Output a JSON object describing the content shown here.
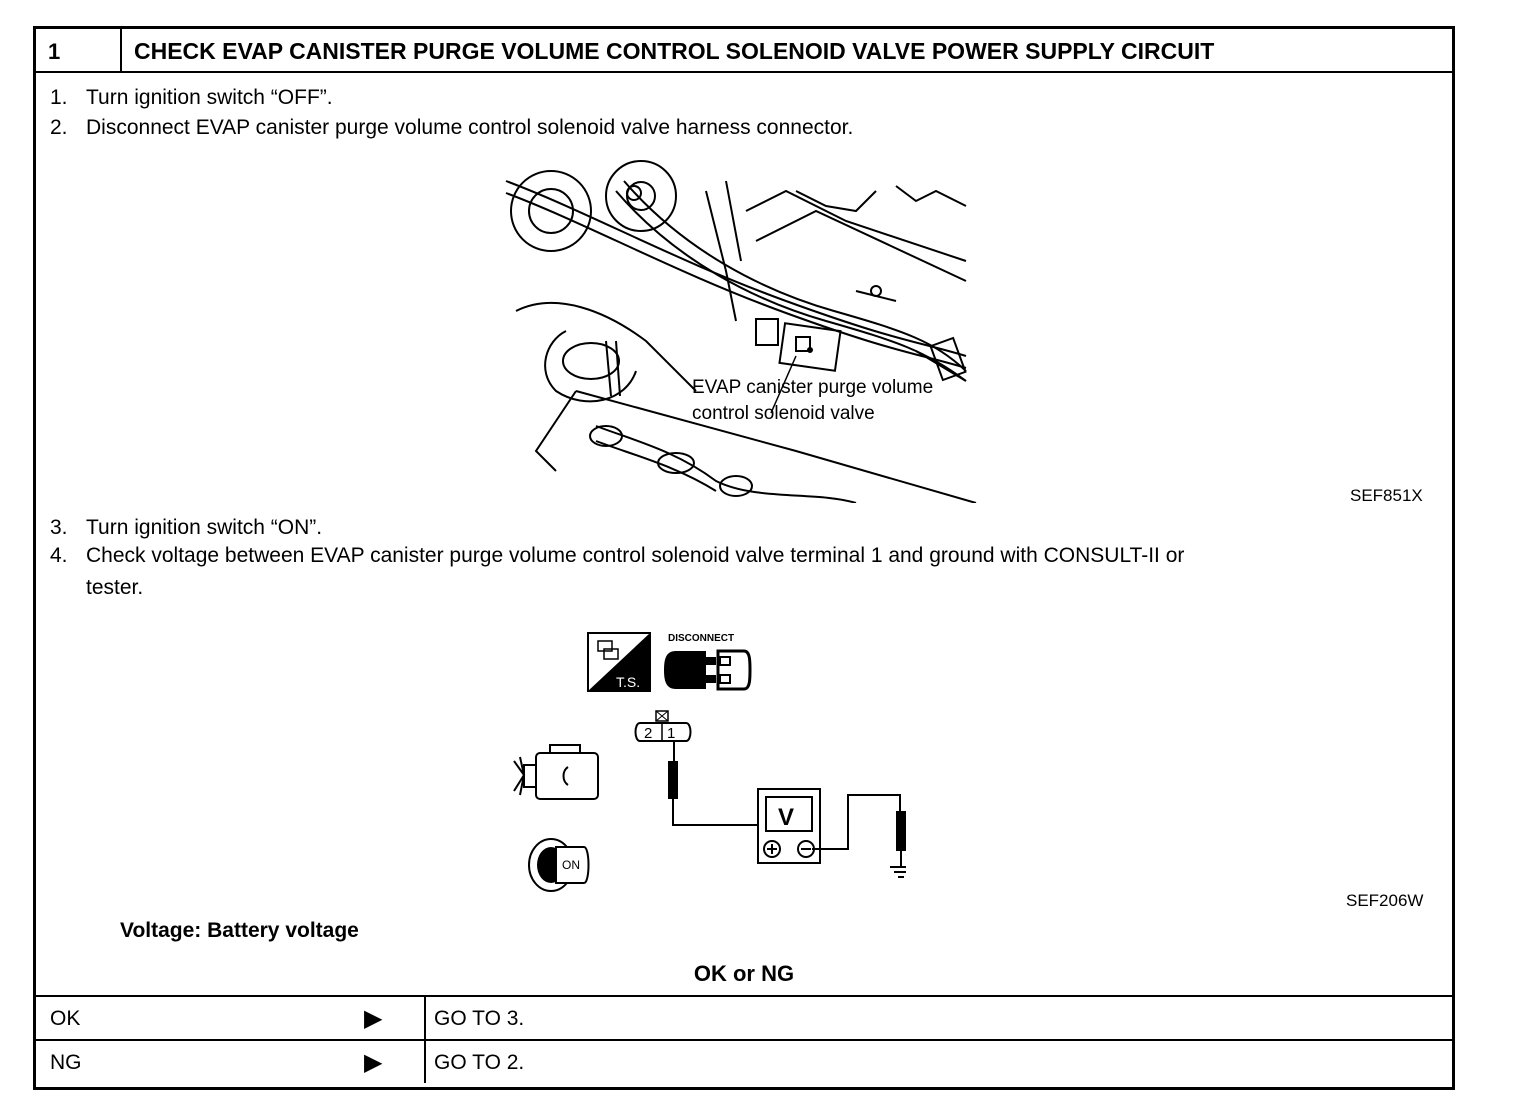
{
  "step": {
    "number": "1",
    "title": "CHECK EVAP CANISTER PURGE VOLUME CONTROL SOLENOID VALVE POWER SUPPLY CIRCUIT"
  },
  "instructions": [
    {
      "num": "1.",
      "text": "Turn ignition switch “OFF”."
    },
    {
      "num": "2.",
      "text": "Disconnect EVAP canister purge volume control solenoid valve harness connector."
    },
    {
      "num": "3.",
      "text": "Turn ignition switch “ON”."
    },
    {
      "num": "4.",
      "text_line1": "Check voltage between EVAP canister purge volume control solenoid valve terminal 1 and ground with CONSULT-II or",
      "text_line2": "tester."
    }
  ],
  "figure1": {
    "label_line1": "EVAP canister purge volume",
    "label_line2": "control solenoid valve",
    "code": "SEF851X"
  },
  "figure2": {
    "ts_label": "T.S.",
    "disconnect_label": "DISCONNECT",
    "terminal_2": "2",
    "terminal_1": "1",
    "meter_label": "V",
    "key_label": "ON",
    "code": "SEF206W"
  },
  "spec": "Voltage: Battery voltage",
  "ok_ng_label": "OK or NG",
  "results": [
    {
      "condition": "OK",
      "arrow": "▶",
      "action": "GO TO 3."
    },
    {
      "condition": "NG",
      "arrow": "▶",
      "action": "GO TO 2."
    }
  ]
}
